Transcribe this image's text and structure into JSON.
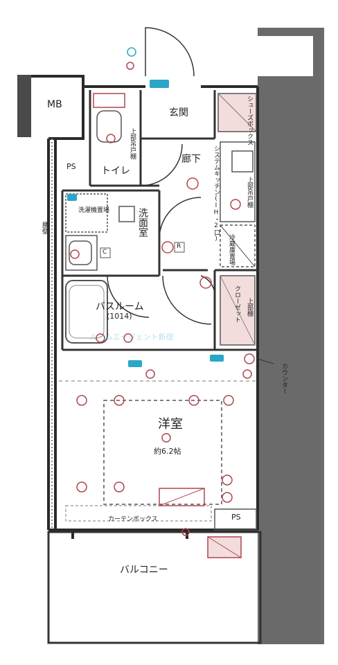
{
  "rooms": {
    "mb": "MB",
    "ps_top": "PS",
    "ps_bottom": "PS",
    "toilet": "トイレ",
    "entrance": "玄関",
    "hallway": "廊下",
    "washroom": "洗面室",
    "bathroom": "バスルーム",
    "bathroom_size": "(1014)",
    "western_room": "洋室",
    "western_room_size": "約6.2帖",
    "balcony": "バルコニー"
  },
  "annotations": {
    "shoebox": "シューズボックス",
    "upper_shelf_toilet": "上部吊戸棚",
    "system_kitchen": "システムキッチン(IH・2口)",
    "upper_cabinet_kitchen": "上部吊戸棚",
    "fridge": "冷蔵庫置場",
    "closet": "クローゼット",
    "closet_shelf": "上部棚",
    "washer": "洗濯機置場",
    "curtain_box": "カーテンボックス",
    "counter": "カウンター",
    "counter_left": "腰壁",
    "fridge_mark": "R",
    "washer_mark": "C",
    "watermark": "ルームエージェント新宿"
  },
  "colors": {
    "wall": "#2a2a2a",
    "column": "#555555",
    "fixture_pink": "#b0444b",
    "fixture_blue": "#2aa6c8"
  }
}
